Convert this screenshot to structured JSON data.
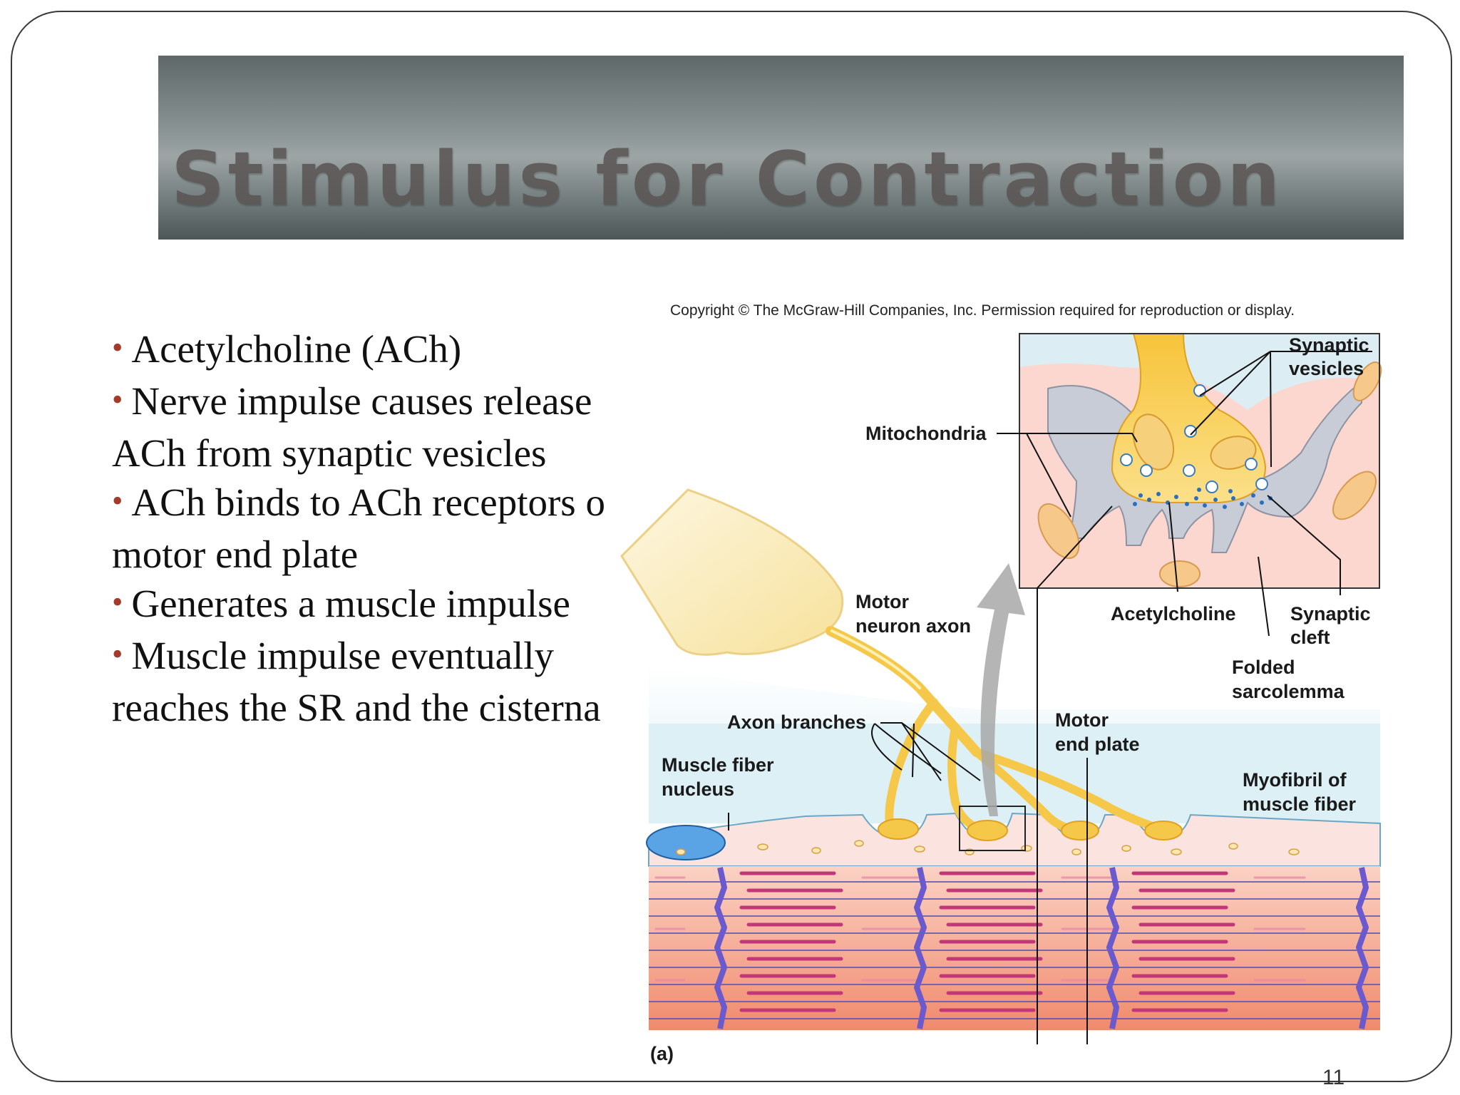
{
  "slide": {
    "title": "Stimulus for Contraction",
    "page_number": "11"
  },
  "bullets": [
    {
      "text": "Acetylcholine (ACh)"
    },
    {
      "text": "Nerve impulse causes release",
      "continuation": "ACh from synaptic vesicles"
    },
    {
      "text": "ACh binds to ACh receptors o",
      "continuation": "motor end plate"
    },
    {
      "text": "Generates a muscle impulse"
    },
    {
      "text": "Muscle impulse eventually",
      "continuation": "reaches the SR and the cisterna"
    }
  ],
  "figure": {
    "copyright": "Copyright © The McGraw-Hill Companies, Inc. Permission required for reproduction or display.",
    "panel_label": "(a)",
    "labels": {
      "synaptic_vesicles_1": "Synaptic",
      "synaptic_vesicles_2": "vesicles",
      "mitochondria": "Mitochondria",
      "motor_neuron_axon_1": "Motor",
      "motor_neuron_axon_2": "neuron axon",
      "acetylcholine": "Acetylcholine",
      "synaptic_cleft_1": "Synaptic",
      "synaptic_cleft_2": "cleft",
      "folded_sarcolemma_1": "Folded",
      "folded_sarcolemma_2": "sarcolemma",
      "axon_branches": "Axon branches",
      "motor_end_plate_1": "Motor",
      "motor_end_plate_2": "end plate",
      "muscle_fiber_nucleus_1": "Muscle fiber",
      "muscle_fiber_nucleus_2": "nucleus",
      "myofibril_1": "Myofibril of",
      "myofibril_2": "muscle fiber"
    },
    "colors": {
      "axon": "#f6c84a",
      "axon_light": "#fbe9a8",
      "muscle": "#f0a08a",
      "band": "#c2377a",
      "z_line": "#6a5acd",
      "cleft": "#c8ccd6",
      "background": "#dff0f6"
    }
  }
}
